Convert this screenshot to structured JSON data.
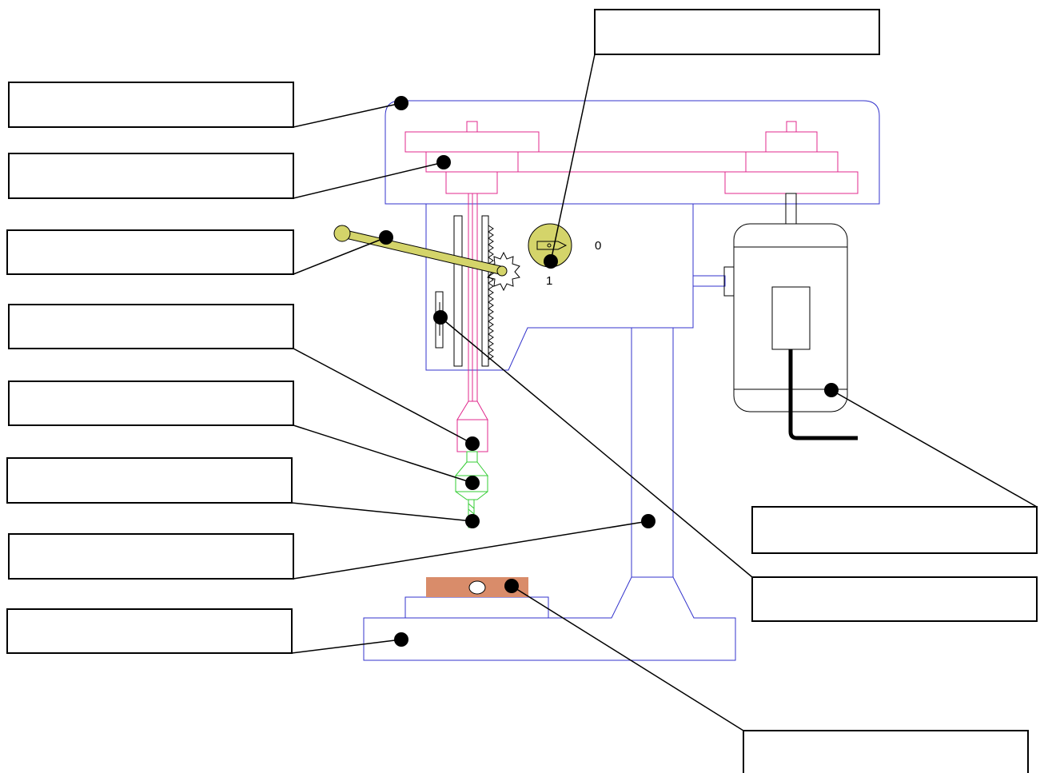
{
  "switch_labels": {
    "off": "0",
    "on": "1"
  },
  "answer_boxes": [
    {
      "id": "top",
      "text": ""
    },
    {
      "id": "left-1",
      "text": ""
    },
    {
      "id": "left-2",
      "text": ""
    },
    {
      "id": "left-3",
      "text": ""
    },
    {
      "id": "left-4",
      "text": ""
    },
    {
      "id": "left-5",
      "text": ""
    },
    {
      "id": "left-6",
      "text": ""
    },
    {
      "id": "left-7",
      "text": ""
    },
    {
      "id": "left-8",
      "text": ""
    },
    {
      "id": "right-1",
      "text": ""
    },
    {
      "id": "right-2",
      "text": ""
    },
    {
      "id": "right-3",
      "text": ""
    }
  ],
  "colors": {
    "frame": "#3333cc",
    "pulley": "#e0288c",
    "chuck": "#33cc33",
    "lever": "#d4d46a",
    "table": "#d98c6a",
    "motor": "#000000"
  }
}
